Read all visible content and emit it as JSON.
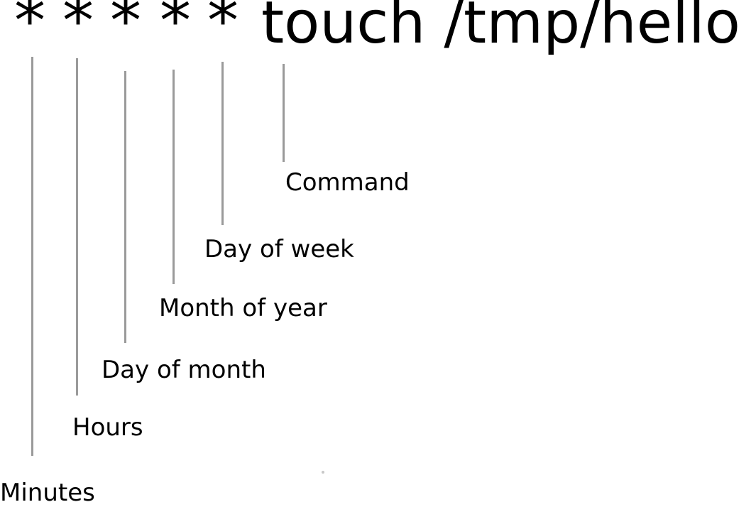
{
  "cron_line": {
    "fields": [
      "*",
      "*",
      "*",
      "*",
      "*"
    ],
    "command": "touch /tmp/hello"
  },
  "labels": {
    "minutes": "Minutes",
    "hours": "Hours",
    "day_of_month": "Day of month",
    "month_of_year": "Month of year",
    "day_of_week": "Day of week",
    "command": "Command"
  },
  "colors": {
    "text": "#000000",
    "connector": "#9a9a9a",
    "background": "#ffffff"
  }
}
